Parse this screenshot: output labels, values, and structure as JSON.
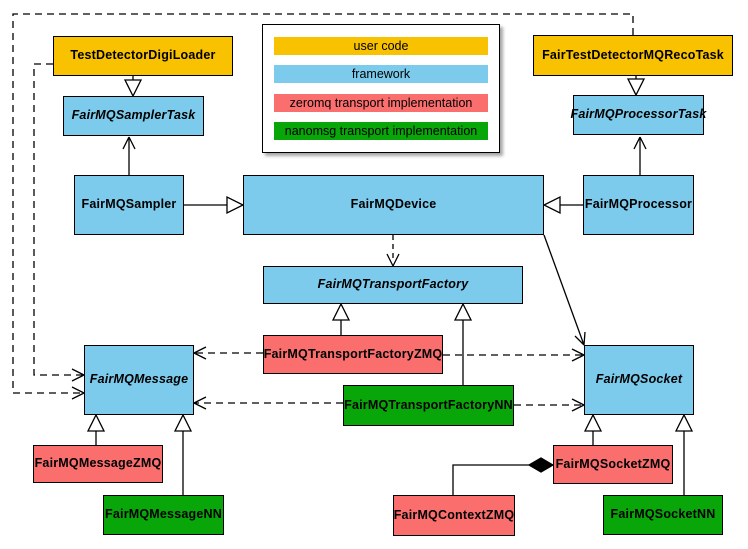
{
  "diagram": {
    "kind": "uml-class-diagram",
    "subject": "FairMQ framework transport classes"
  },
  "colors": {
    "user_code": "#F8C200",
    "framework": "#7CCBEC",
    "zeromq": "#FA6E6E",
    "nanomsg": "#09A609",
    "border": "#000000",
    "background": "#FFFFFF"
  },
  "legend": {
    "items": [
      {
        "label": "user code",
        "color": "#F8C200"
      },
      {
        "label": "framework",
        "color": "#7CCBEC"
      },
      {
        "label": "zeromq transport implementation",
        "color": "#FA6E6E"
      },
      {
        "label": "nanomsg transport implementation",
        "color": "#09A609"
      }
    ]
  },
  "nodes": {
    "testDetectorDigiLoader": {
      "label": "TestDetectorDigiLoader",
      "category": "user code",
      "abstract": false
    },
    "fairTestDetectorMQRecoTask": {
      "label": "FairTestDetectorMQRecoTask",
      "category": "user code",
      "abstract": false
    },
    "fairMQSamplerTask": {
      "label": "FairMQSamplerTask",
      "category": "framework",
      "abstract": true
    },
    "fairMQProcessorTask": {
      "label": "FairMQProcessorTask",
      "category": "framework",
      "abstract": true
    },
    "fairMQSampler": {
      "label": "FairMQSampler",
      "category": "framework",
      "abstract": false
    },
    "fairMQDevice": {
      "label": "FairMQDevice",
      "category": "framework",
      "abstract": false
    },
    "fairMQProcessor": {
      "label": "FairMQProcessor",
      "category": "framework",
      "abstract": false
    },
    "fairMQTransportFactory": {
      "label": "FairMQTransportFactory",
      "category": "framework",
      "abstract": true
    },
    "fairMQTransportFactoryZMQ": {
      "label": "FairMQTransportFactoryZMQ",
      "category": "zeromq",
      "abstract": false
    },
    "fairMQTransportFactoryNN": {
      "label": "FairMQTransportFactoryNN",
      "category": "nanomsg",
      "abstract": false
    },
    "fairMQMessage": {
      "label": "FairMQMessage",
      "category": "framework",
      "abstract": true
    },
    "fairMQSocket": {
      "label": "FairMQSocket",
      "category": "framework",
      "abstract": true
    },
    "fairMQMessageZMQ": {
      "label": "FairMQMessageZMQ",
      "category": "zeromq",
      "abstract": false
    },
    "fairMQMessageNN": {
      "label": "FairMQMessageNN",
      "category": "nanomsg",
      "abstract": false
    },
    "fairMQContextZMQ": {
      "label": "FairMQContextZMQ",
      "category": "zeromq",
      "abstract": false
    },
    "fairMQSocketZMQ": {
      "label": "FairMQSocketZMQ",
      "category": "zeromq",
      "abstract": false
    },
    "fairMQSocketNN": {
      "label": "FairMQSocketNN",
      "category": "nanomsg",
      "abstract": false
    }
  },
  "edges": [
    {
      "from": "TestDetectorDigiLoader",
      "to": "FairMQSamplerTask",
      "type": "generalization"
    },
    {
      "from": "FairTestDetectorMQRecoTask",
      "to": "FairMQProcessorTask",
      "type": "generalization"
    },
    {
      "from": "FairMQSampler",
      "to": "FairMQSamplerTask",
      "type": "association-arrow"
    },
    {
      "from": "FairMQProcessor",
      "to": "FairMQProcessorTask",
      "type": "association-arrow"
    },
    {
      "from": "FairMQSampler",
      "to": "FairMQDevice",
      "type": "generalization"
    },
    {
      "from": "FairMQProcessor",
      "to": "FairMQDevice",
      "type": "generalization"
    },
    {
      "from": "FairMQDevice",
      "to": "FairMQTransportFactory",
      "type": "dependency-dashed"
    },
    {
      "from": "FairMQDevice",
      "to": "FairMQSocket",
      "type": "association-arrow"
    },
    {
      "from": "FairMQTransportFactoryZMQ",
      "to": "FairMQTransportFactory",
      "type": "generalization"
    },
    {
      "from": "FairMQTransportFactoryNN",
      "to": "FairMQTransportFactory",
      "type": "generalization"
    },
    {
      "from": "FairMQTransportFactoryZMQ",
      "to": "FairMQMessage",
      "type": "dependency-dashed"
    },
    {
      "from": "FairMQTransportFactoryZMQ",
      "to": "FairMQSocket",
      "type": "dependency-dashed"
    },
    {
      "from": "FairMQTransportFactoryNN",
      "to": "FairMQMessage",
      "type": "dependency-dashed"
    },
    {
      "from": "FairMQTransportFactoryNN",
      "to": "FairMQSocket",
      "type": "dependency-dashed"
    },
    {
      "from": "TestDetectorDigiLoader",
      "to": "FairMQMessage",
      "type": "dependency-dashed"
    },
    {
      "from": "FairTestDetectorMQRecoTask",
      "to": "FairMQMessage",
      "type": "dependency-dashed"
    },
    {
      "from": "FairMQMessageZMQ",
      "to": "FairMQMessage",
      "type": "generalization"
    },
    {
      "from": "FairMQMessageNN",
      "to": "FairMQMessage",
      "type": "generalization"
    },
    {
      "from": "FairMQSocketZMQ",
      "to": "FairMQSocket",
      "type": "generalization"
    },
    {
      "from": "FairMQSocketNN",
      "to": "FairMQSocket",
      "type": "generalization"
    },
    {
      "from": "FairMQContextZMQ",
      "to": "FairMQSocketZMQ",
      "type": "composition"
    }
  ]
}
